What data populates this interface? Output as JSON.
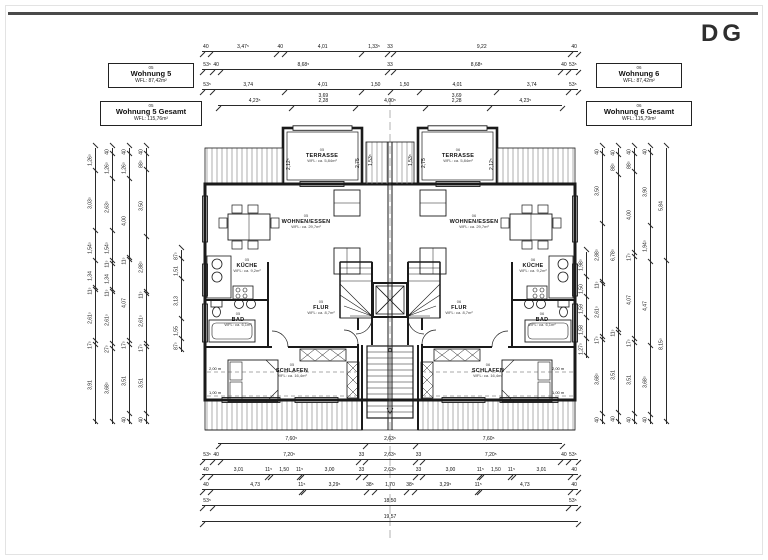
{
  "sheet": {
    "floor_label": "DG"
  },
  "info_boxes": [
    {
      "code": "05",
      "title": "Wohnung 5",
      "area": "WFL: 87,42m²"
    },
    {
      "code": "05",
      "title": "Wohnung 5 Gesamt",
      "area": "WFL: 115,76m²"
    },
    {
      "code": "06",
      "title": "Wohnung 6",
      "area": "WFL: 87,42m²"
    },
    {
      "code": "06",
      "title": "Wohnung 6 Gesamt",
      "area": "WFL: 115,79m²"
    }
  ],
  "rooms": [
    {
      "id": "05",
      "name": "TERRASSE",
      "area": "WFL: ca. 5,84m²"
    },
    {
      "id": "06",
      "name": "TERRASSE",
      "area": "WFL: ca. 5,84m²"
    },
    {
      "id": "05",
      "name": "WOHNEN/ESSEN",
      "area": "WFL: ca. 29,7m²"
    },
    {
      "id": "06",
      "name": "WOHNEN/ESSEN",
      "area": "WFL: ca. 29,7m²"
    },
    {
      "id": "05",
      "name": "KÜCHE",
      "area": "WFL: ca. 9,2m²"
    },
    {
      "id": "06",
      "name": "KÜCHE",
      "area": "WFL: ca. 9,2m²"
    },
    {
      "id": "05",
      "name": "FLUR",
      "area": "WFL: ca. 8,7m²"
    },
    {
      "id": "06",
      "name": "FLUR",
      "area": "WFL: ca. 8,7m²"
    },
    {
      "id": "05",
      "name": "BAD",
      "area": "WFL: ca. 6,1m²"
    },
    {
      "id": "06",
      "name": "BAD",
      "area": "WFL: ca. 6,1m²"
    },
    {
      "id": "05",
      "name": "SCHLAFEN",
      "area": "WFL: ca. 16,4m²"
    },
    {
      "id": "06",
      "name": "SCHLAFEN",
      "area": "WFL: ca. 16,4m²"
    }
  ],
  "dims": {
    "top": [
      [
        "40",
        "3,47⁵",
        "40",
        "4,01",
        "1,33⁵",
        "33",
        "9,22",
        "40"
      ],
      [
        "53⁵",
        "40",
        "8,68⁵",
        "33",
        "8,68⁵",
        "40",
        "53⁵"
      ],
      [
        "53⁵",
        "3,74",
        "4,01",
        "1,50",
        "1,50",
        "4,01",
        "3,74",
        "53⁵"
      ],
      [
        "4,23⁵",
        "3,69\n2,28",
        "4,00⁵",
        "3,69\n2,28",
        "4,23⁵"
      ]
    ],
    "bottom": [
      [
        "7,60⁵",
        "2,63⁵",
        "7,60⁵"
      ],
      [
        "53⁵",
        "40",
        "7,20⁵",
        "33",
        "2,63⁵",
        "33",
        "7,20⁵",
        "40",
        "53⁵"
      ],
      [
        "40",
        "3,01",
        "11⁵",
        "1,50",
        "11⁵",
        "3,00",
        "33",
        "2,63⁵",
        "33",
        "3,00",
        "11⁵",
        "1,50",
        "11⁵",
        "3,01",
        "40"
      ],
      [
        "40",
        "4,73",
        "11⁵",
        "3,29⁵",
        "38⁵",
        "1,70",
        "38⁵",
        "3,29⁵",
        "11⁵",
        "4,73",
        "40"
      ],
      [
        "53⁵",
        "18,50",
        "53⁵"
      ],
      [
        "19,57"
      ]
    ],
    "left": [
      [
        "1,26⁵",
        "3,03⁵",
        "1,54⁵",
        "1,34",
        "11⁵",
        "2,61⁵",
        "17⁵",
        "3,91"
      ],
      [
        "40",
        "1,26⁵",
        "2,63⁵",
        "1,54⁵",
        "11⁵",
        "1,34",
        "11⁵",
        "2,61⁵",
        "27⁵",
        "3,68⁵"
      ],
      [
        "40",
        "1,26⁵",
        "4,00",
        "11⁵",
        "4,07",
        "17⁵",
        "3,51",
        "40"
      ],
      [
        "40",
        "88⁵",
        "3,50",
        "2,88⁵",
        "11⁵",
        "2,61⁵",
        "17⁵",
        "3,51",
        "40"
      ],
      [
        "87⁵",
        "1,51",
        "3,13",
        "1,55",
        "87⁵"
      ]
    ],
    "right": [
      [
        "1,98⁵",
        "1,50",
        "1,59",
        "1,58",
        "1,27⁵"
      ],
      [
        "40",
        "3,50",
        "2,88⁵",
        "11⁵",
        "2,61⁵",
        "17⁵",
        "3,68⁵",
        "40"
      ],
      [
        "40",
        "88⁵",
        "6,78⁵",
        "11⁵",
        "3,51",
        "40"
      ],
      [
        "40",
        "88⁵",
        "4,00",
        "17⁵",
        "4,07",
        "17⁵",
        "3,51",
        "40"
      ],
      [
        "40",
        "3,90",
        "1,94⁵",
        "4,47",
        "3,68⁵",
        "40"
      ],
      [
        "5,84",
        "8,15⁵"
      ]
    ],
    "floats": [
      {
        "t": "2,12⁵"
      },
      {
        "t": "2,75"
      },
      {
        "t": "2,75"
      },
      {
        "t": "2,12⁵"
      },
      {
        "t": "1,53⁵"
      },
      {
        "t": "1,53⁵"
      },
      {
        "t": "2,00 m"
      },
      {
        "t": "1,00 m"
      },
      {
        "t": "2,00 m"
      },
      {
        "t": "1,00 m"
      }
    ]
  }
}
